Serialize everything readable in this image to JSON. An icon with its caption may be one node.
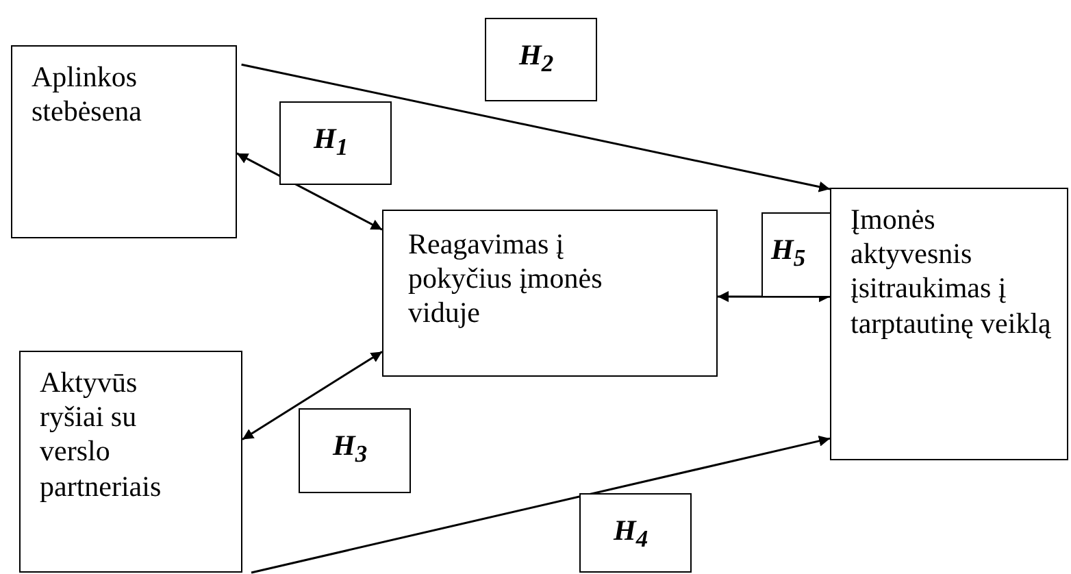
{
  "diagram": {
    "nodes": [
      {
        "text": [
          "Aplinkos stebėsena"
        ]
      },
      {
        "text": [
          "H$_{2}$"
        ]
      },
      {
        "text": [
          "H$_{1}$"
        ]
      },
      {
        "text": [
          "Reagavimas į pokyčius įmonės viduje"
        ]
      },
      {
        "text": [
          "H$_{5}$"
        ]
      },
      {
        "text": [
          "Įmonės aktyvesnis įsitraukimas į tarptautinę veiklą"
        ]
      },
      {
        "text": [
          "Aktyvūs ryšiai su verslo partneriais"
        ]
      },
      {
        "text": [
          "H$_{3}$"
        ]
      },
      {
        "text": [
          "H$_{4}$"
        ]
      }
    ],
    "edges": [
      {
        "from": 0,
        "to": 5,
        "arrow": "to"
      },
      {
        "from": 0,
        "to": 3,
        "arrow": "both"
      },
      {
        "from": 3,
        "to": 5,
        "arrow": "both"
      },
      {
        "from": 6,
        "to": 3,
        "arrow": "both"
      },
      {
        "from": 6,
        "to": 5,
        "arrow": "to"
      }
    ]
  }
}
